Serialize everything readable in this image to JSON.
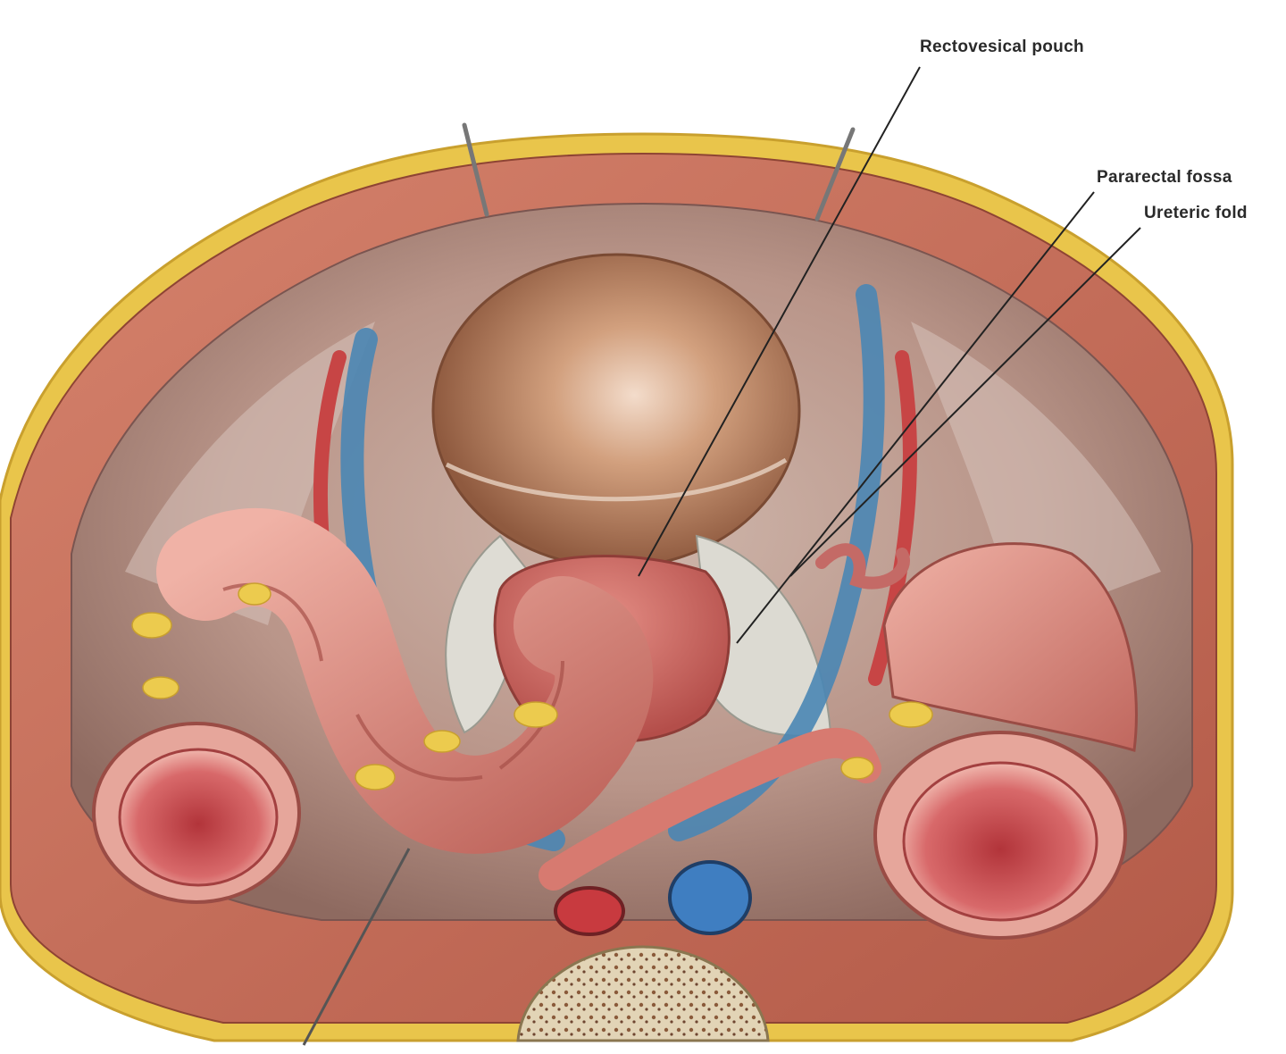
{
  "labels": {
    "rectovesical_pouch": "Rectovesical pouch",
    "pararectal_fossa": "Pararectal fossa",
    "ureteric_fold": "Ureteric fold"
  },
  "colors": {
    "fat": "#e8c84a",
    "muscle": "#c8705a",
    "peritoneum": "#d9c6bf",
    "vein": "#4a86b4",
    "artery": "#c73a3a",
    "bowel": "#d98a80",
    "bladder": "#b8714a",
    "bone": "#d6c7a8"
  }
}
